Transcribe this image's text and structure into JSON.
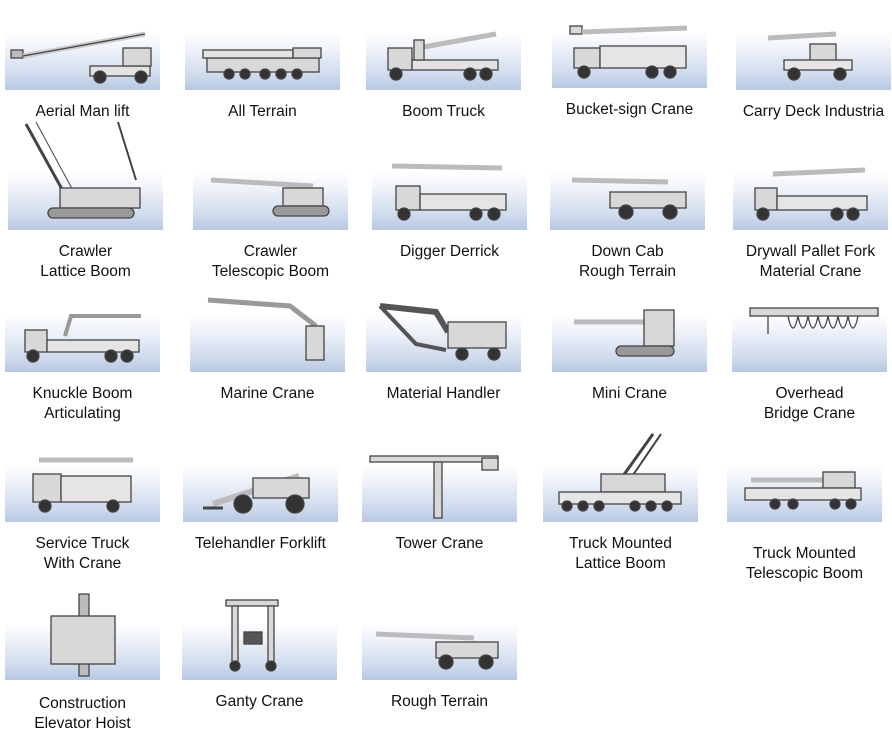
{
  "items": [
    {
      "lines": [
        "Aerial Man lift"
      ],
      "icon": "aerial-man-lift-icon"
    },
    {
      "lines": [
        "All Terrain"
      ],
      "icon": "all-terrain-crane-icon"
    },
    {
      "lines": [
        "Boom Truck"
      ],
      "icon": "boom-truck-icon"
    },
    {
      "lines": [
        "Bucket-sign Crane"
      ],
      "icon": "bucket-sign-crane-icon"
    },
    {
      "lines": [
        "Carry Deck Industria"
      ],
      "icon": "carry-deck-crane-icon"
    },
    {
      "lines": [
        "Crawler",
        "Lattice Boom"
      ],
      "icon": "crawler-lattice-boom-icon"
    },
    {
      "lines": [
        "Crawler",
        "Telescopic Boom"
      ],
      "icon": "crawler-telescopic-boom-icon"
    },
    {
      "lines": [
        "Digger Derrick"
      ],
      "icon": "digger-derrick-icon"
    },
    {
      "lines": [
        "Down Cab",
        "Rough Terrain"
      ],
      "icon": "down-cab-rough-terrain-icon"
    },
    {
      "lines": [
        "Drywall Pallet Fork",
        "Material Crane"
      ],
      "icon": "drywall-pallet-fork-icon"
    },
    {
      "lines": [
        "Knuckle Boom",
        "Articulating"
      ],
      "icon": "knuckle-boom-icon"
    },
    {
      "lines": [
        "Marine Crane"
      ],
      "icon": "marine-crane-icon"
    },
    {
      "lines": [
        "Material Handler"
      ],
      "icon": "material-handler-icon"
    },
    {
      "lines": [
        "Mini Crane"
      ],
      "icon": "mini-crane-icon"
    },
    {
      "lines": [
        "Overhead",
        "Bridge Crane"
      ],
      "icon": "overhead-bridge-crane-icon"
    },
    {
      "lines": [
        "Service Truck",
        "With Crane"
      ],
      "icon": "service-truck-crane-icon"
    },
    {
      "lines": [
        "Telehandler Forklift"
      ],
      "icon": "telehandler-forklift-icon"
    },
    {
      "lines": [
        "Tower Crane"
      ],
      "icon": "tower-crane-icon"
    },
    {
      "lines": [
        "Truck Mounted",
        "Lattice Boom"
      ],
      "icon": "truck-mounted-lattice-boom-icon"
    },
    {
      "lines": [
        "Truck Mounted",
        "Telescopic Boom"
      ],
      "icon": "truck-mounted-telescopic-boom-icon"
    },
    {
      "lines": [
        "Construction",
        "Elevator Hoist"
      ],
      "icon": "construction-elevator-hoist-icon"
    },
    {
      "lines": [
        "Ganty Crane"
      ],
      "icon": "gantry-crane-icon"
    },
    {
      "lines": [
        "Rough Terrain"
      ],
      "icon": "rough-terrain-crane-icon"
    }
  ]
}
